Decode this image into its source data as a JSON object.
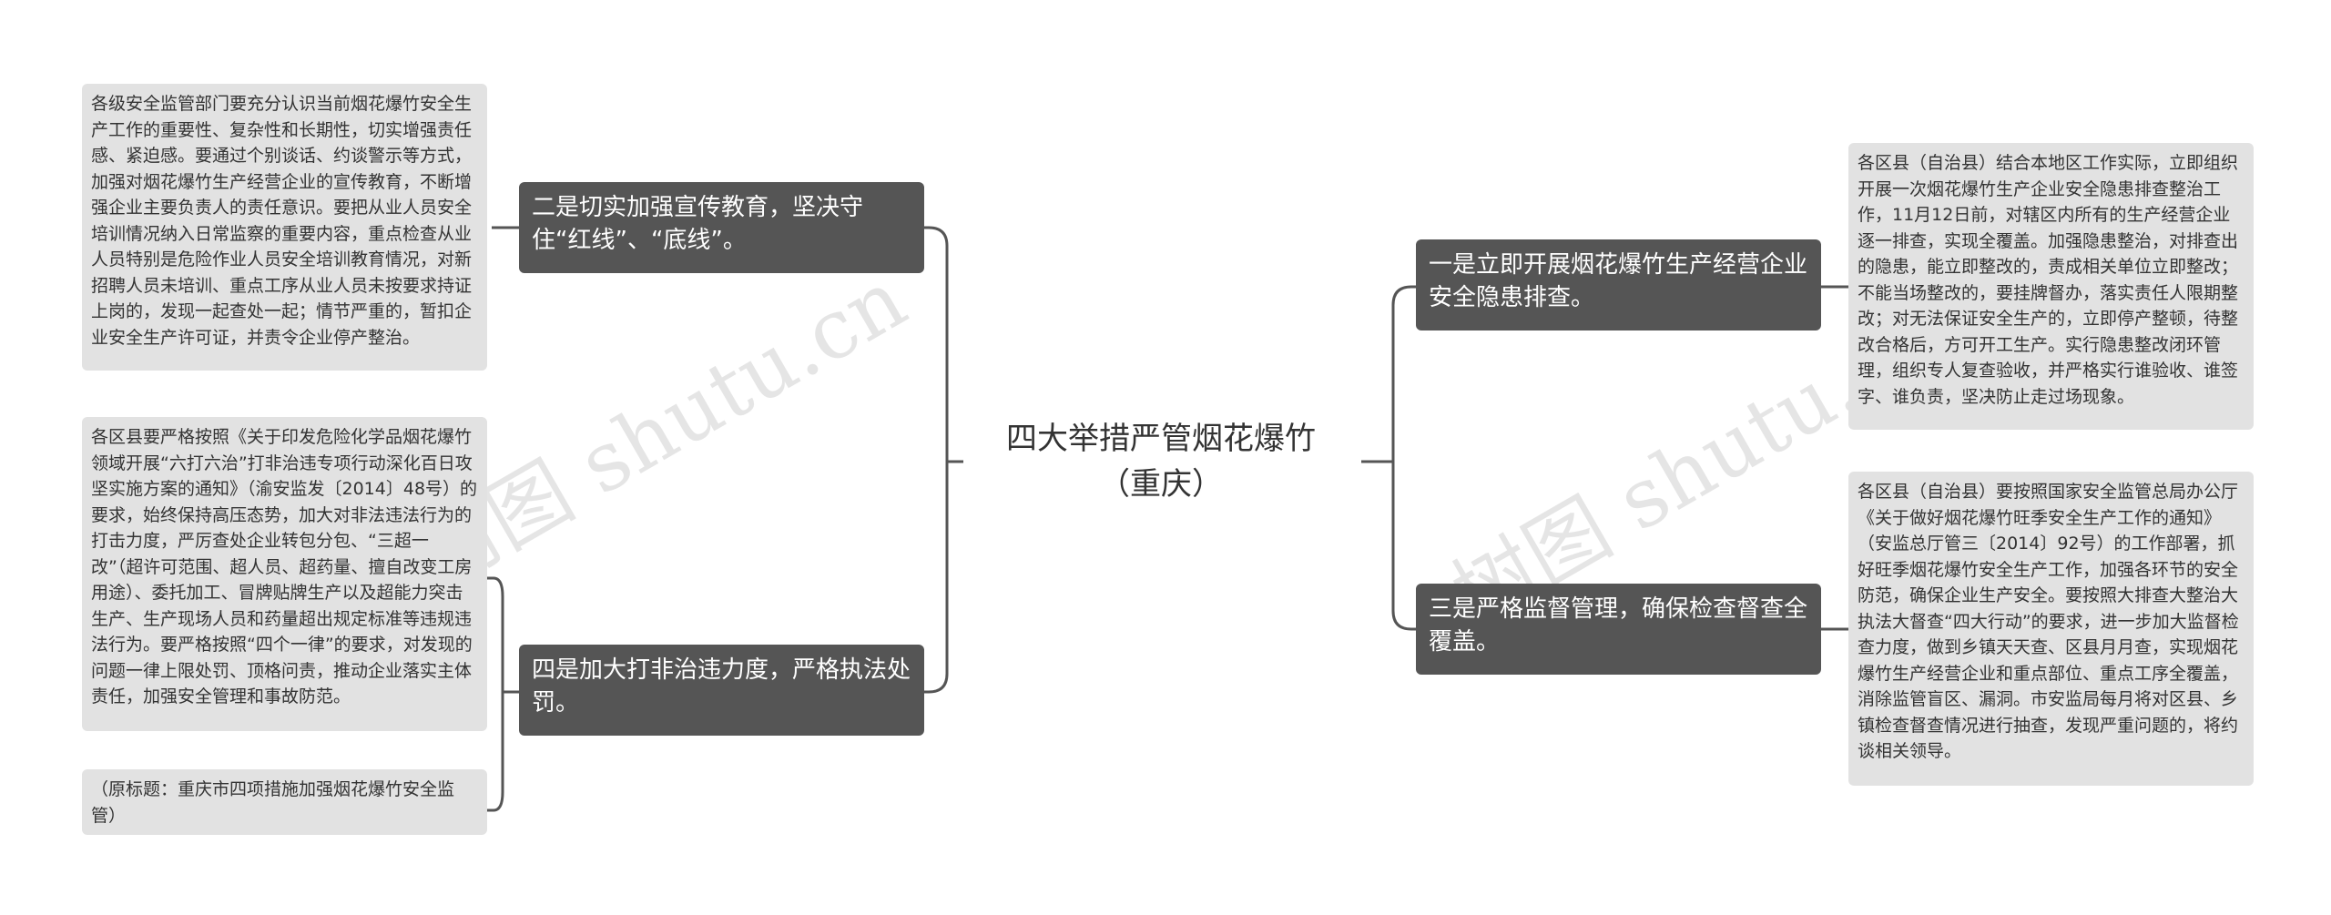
{
  "center": {
    "title": "四大举措严管烟花爆竹（重庆）"
  },
  "branches": {
    "b2": {
      "label": "二是切实加强宣传教育，坚决守住“红线”、“底线”。"
    },
    "b4": {
      "label": "四是加大打非治违力度，严格执法处罚。"
    },
    "b1": {
      "label": "一是立即开展烟花爆竹生产经营企业安全隐患排查。"
    },
    "b3": {
      "label": "三是严格监督管理，确保检查督查全覆盖。"
    }
  },
  "leaves": {
    "l2": {
      "text": "各级安全监管部门要充分认识当前烟花爆竹安全生产工作的重要性、复杂性和长期性，切实增强责任感、紧迫感。要通过个别谈话、约谈警示等方式，加强对烟花爆竹生产经营企业的宣传教育，不断增强企业主要负责人的责任意识。要把从业人员安全培训情况纳入日常监察的重要内容，重点检查从业人员特别是危险作业人员安全培训教育情况，对新招聘人员未培训、重点工序从业人员未按要求持证上岗的，发现一起查处一起；情节严重的，暂扣企业安全生产许可证，并责令企业停产整治。"
    },
    "l4a": {
      "text": "各区县要严格按照《关于印发危险化学品烟花爆竹领域开展“六打六治”打非治违专项行动深化百日攻坚实施方案的通知》（渝安监发〔2014〕48号）的要求，始终保持高压态势，加大对非法违法行为的打击力度，严厉查处企业转包分包、“三超一改”（超许可范围、超人员、超药量、擅自改变工房用途）、委托加工、冒牌贴牌生产以及超能力突击生产、生产现场人员和药量超出规定标准等违规违法行为。要严格按照“四个一律”的要求，对发现的问题一律上限处罚、顶格问责，推动企业落实主体责任，加强安全管理和事故防范。"
    },
    "l4b": {
      "text": "（原标题：重庆市四项措施加强烟花爆竹安全监管）"
    },
    "l1": {
      "text": "各区县（自治县）结合本地区工作实际，立即组织开展一次烟花爆竹生产企业安全隐患排查整治工作，11月12日前，对辖区内所有的生产经营企业逐一排查，实现全覆盖。加强隐患整治，对排查出的隐患，能立即整改的，责成相关单位立即整改；不能当场整改的，要挂牌督办，落实责任人限期整改；对无法保证安全生产的，立即停产整顿，待整改合格后，方可开工生产。实行隐患整改闭环管理，组织专人复查验收，并严格实行谁验收、谁签字、谁负责，坚决防止走过场现象。"
    },
    "l3": {
      "text": "各区县（自治县）要按照国家安全监管总局办公厅《关于做好烟花爆竹旺季安全生产工作的通知》（安监总厅管三〔2014〕92号）的工作部署，抓好旺季烟花爆竹安全生产工作，加强各环节的安全防范，确保企业生产安全。要按照大排查大整治大执法大督查“四大行动”的要求，进一步加大监督检查力度，做到乡镇天天查、区县月月查，实现烟花爆竹生产经营企业和重点部位、重点工序全覆盖，消除监管盲区、漏洞。市安监局每月将对区县、乡镇检查督查情况进行抽查，发现严重问题的，将约谈相关领导。"
    }
  },
  "watermarks": [
    "树图 shutu.cn",
    "树图 shutu.cn"
  ],
  "colors": {
    "branch_bg": "#555555",
    "leaf_bg": "#e2e2e2",
    "line": "#555555"
  }
}
